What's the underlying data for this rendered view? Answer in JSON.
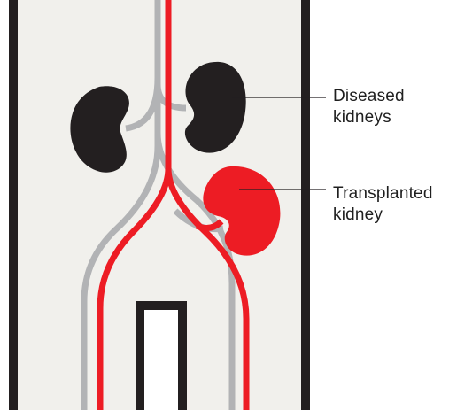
{
  "labels": {
    "diseased": {
      "line1": "Diseased",
      "line2": "kidneys"
    },
    "transplanted": {
      "line1": "Transplanted",
      "line2": "kidney"
    }
  },
  "colors": {
    "background": "#f1f0ec",
    "wall": "#231f20",
    "vein": "#b2b3b5",
    "artery": "#ed1c24",
    "diseased_kidney": "#231f20",
    "transplanted_kidney": "#ed1c24",
    "leader_line": "#231f20",
    "text": "#1f1f1f"
  }
}
